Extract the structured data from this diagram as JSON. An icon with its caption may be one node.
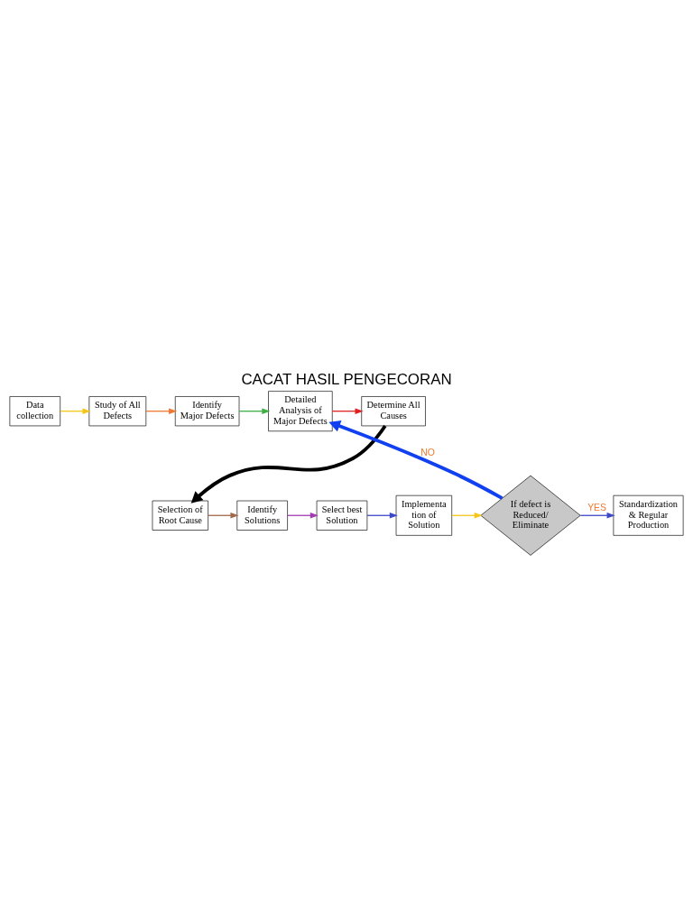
{
  "diagram": {
    "title": "CACAT HASIL PENGECORAN",
    "nodes": [
      {
        "text": [
          "Data collection"
        ]
      },
      {
        "text": [
          "Study of All Defects"
        ]
      },
      {
        "text": [
          "Identify Major Defects"
        ]
      },
      {
        "text": [
          "Detailed Analysis of Major Defects"
        ]
      },
      {
        "text": [
          "Determine All Causes"
        ]
      },
      {
        "text": [
          "Selection of Root Cause"
        ]
      },
      {
        "text": [
          "Identify Solutions"
        ]
      },
      {
        "text": [
          "Select best Solution"
        ]
      },
      {
        "text": [
          "Implementa tion of Solution"
        ]
      },
      {
        "text": [
          "If defect is Reduced/ Eliminate"
        ]
      },
      {
        "text": [
          "Standardization & Regular Production"
        ]
      }
    ],
    "edges": [
      {
        "from": 0,
        "to": 1,
        "arrow": "to",
        "color": "#f5c518"
      },
      {
        "from": 1,
        "to": 2,
        "arrow": "to",
        "color": "#f07830"
      },
      {
        "from": 2,
        "to": 3,
        "arrow": "to",
        "color": "#3cb043"
      },
      {
        "from": 3,
        "to": 4,
        "arrow": "to",
        "color": "#e02020"
      },
      {
        "from": 4,
        "to": 5,
        "arrow": "to",
        "style": "thick",
        "color": "#000000"
      },
      {
        "from": 5,
        "to": 6,
        "arrow": "to",
        "color": "#a0684a"
      },
      {
        "from": 6,
        "to": 7,
        "arrow": "to",
        "color": "#a03cb0"
      },
      {
        "from": 7,
        "to": 8,
        "arrow": "to",
        "color": "#3c48c8"
      },
      {
        "from": 8,
        "to": 9,
        "arrow": "to",
        "color": "#f5c518"
      },
      {
        "from": 9,
        "to": 3,
        "arrow": "to",
        "label": "NO",
        "style": "thick",
        "color": "#1040f0"
      },
      {
        "from": 9,
        "to": 10,
        "arrow": "to",
        "label": "YES",
        "color": "#3c48c8"
      }
    ]
  }
}
